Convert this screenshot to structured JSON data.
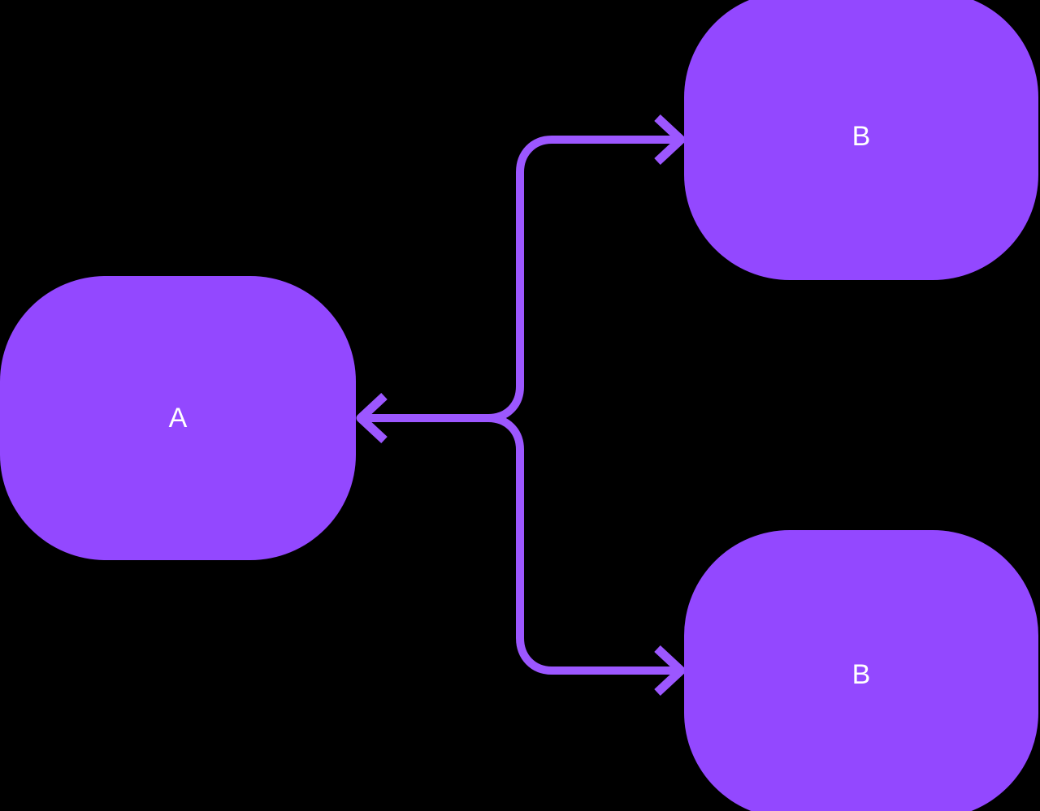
{
  "diagram": {
    "background": "#000000",
    "node_fill": "#9348FF",
    "connector_color": "#9C57FF",
    "text_color": "#FFFFFF",
    "nodes": [
      {
        "id": "A",
        "label": "A"
      },
      {
        "id": "B-top",
        "label": "B"
      },
      {
        "id": "B-bottom",
        "label": "B"
      }
    ],
    "edges": [
      {
        "id": "fork-to-a",
        "target": "A",
        "arrowhead": "left"
      },
      {
        "id": "fork-to-b-top",
        "target": "B-top",
        "arrowhead": "right"
      },
      {
        "id": "fork-to-b-bottom",
        "target": "B-bottom",
        "arrowhead": "right"
      }
    ]
  }
}
